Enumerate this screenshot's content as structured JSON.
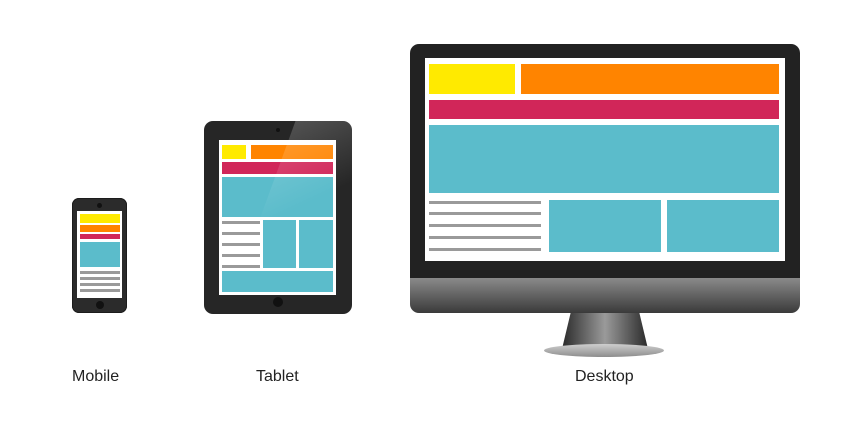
{
  "colors": {
    "yellow": "#ffea00",
    "orange": "#ff8400",
    "magenta": "#d12659",
    "cyan": "#5bbccb",
    "gray_line": "#9a9a9a",
    "bezel": "#2b2b2b"
  },
  "devices": [
    {
      "id": "mobile",
      "label": "Mobile",
      "icon": "smartphone-icon"
    },
    {
      "id": "tablet",
      "label": "Tablet",
      "icon": "tablet-icon"
    },
    {
      "id": "desktop",
      "label": "Desktop",
      "icon": "monitor-icon"
    }
  ]
}
